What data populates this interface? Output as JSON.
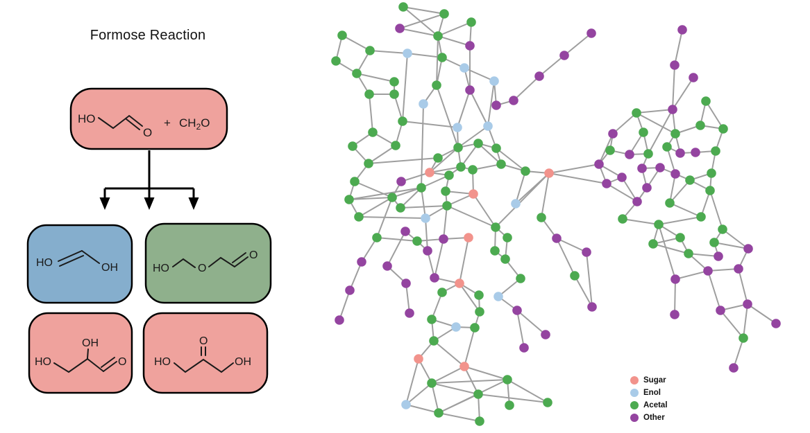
{
  "colors": {
    "sugar": "#f2938c",
    "enol": "#a9cbe8",
    "acetal": "#4caa50",
    "other": "#9444a0",
    "edge": "#9e9e9e",
    "sugar_box": "#efa29d",
    "enol_box": "#85aecd",
    "acetal_box": "#8fb08c",
    "box_border": "#000000"
  },
  "reaction_panel": {
    "title": "Formose Reaction",
    "reactant": {
      "category": "sugar",
      "labels": {
        "ho": "HO",
        "o": "O",
        "plus": "+",
        "ch": "CH",
        "sub2": "2",
        "o2": "O"
      }
    },
    "products": {
      "enediol": {
        "category": "enol",
        "labels": {
          "ho": "HO",
          "oh": "OH"
        }
      },
      "hemiacetal": {
        "category": "acetal",
        "labels": {
          "ho": "HO",
          "o_mid": "O",
          "o_end": "O"
        }
      },
      "glyceraldehyde": {
        "category": "sugar",
        "labels": {
          "oh_top": "OH",
          "ho": "HO",
          "o": "O"
        }
      },
      "dihydroxyacetone": {
        "category": "sugar",
        "labels": {
          "ho": "HO",
          "o_top": "O",
          "oh": "OH"
        }
      }
    }
  },
  "legend": {
    "items": [
      {
        "label": "Sugar",
        "key": "sugar"
      },
      {
        "label": "Enol",
        "key": "enol"
      },
      {
        "label": "Acetal",
        "key": "acetal"
      },
      {
        "label": "Other",
        "key": "other"
      }
    ]
  },
  "chart_data": {
    "type": "scatter",
    "subtype": "network-graph",
    "node_radius": 6.8,
    "node_categories": {
      "s": "Sugar",
      "e": "Enol",
      "a": "Acetal",
      "o": "Other"
    },
    "nodes": [
      [
        581,
        10,
        "a"
      ],
      [
        640,
        20,
        "a"
      ],
      [
        576,
        41,
        "o"
      ],
      [
        631,
        52,
        "a"
      ],
      [
        679,
        32,
        "a"
      ],
      [
        677,
        66,
        "o"
      ],
      [
        493,
        51,
        "a"
      ],
      [
        533,
        73,
        "a"
      ],
      [
        484,
        88,
        "a"
      ],
      [
        514,
        106,
        "a"
      ],
      [
        587,
        77,
        "e"
      ],
      [
        637,
        83,
        "a"
      ],
      [
        669,
        98,
        "e"
      ],
      [
        568,
        118,
        "a"
      ],
      [
        532,
        136,
        "a"
      ],
      [
        568,
        136,
        "a"
      ],
      [
        629,
        123,
        "a"
      ],
      [
        610,
        150,
        "e"
      ],
      [
        677,
        130,
        "o"
      ],
      [
        852,
        48,
        "o"
      ],
      [
        813,
        80,
        "o"
      ],
      [
        777,
        110,
        "o"
      ],
      [
        740,
        145,
        "o"
      ],
      [
        715,
        152,
        "o"
      ],
      [
        712,
        117,
        "e"
      ],
      [
        983,
        43,
        "o"
      ],
      [
        972,
        94,
        "o"
      ],
      [
        999,
        112,
        "o"
      ],
      [
        969,
        158,
        "o"
      ],
      [
        1017,
        146,
        "a"
      ],
      [
        580,
        175,
        "a"
      ],
      [
        537,
        191,
        "a"
      ],
      [
        508,
        211,
        "a"
      ],
      [
        570,
        210,
        "a"
      ],
      [
        531,
        236,
        "a"
      ],
      [
        511,
        262,
        "a"
      ],
      [
        503,
        288,
        "a"
      ],
      [
        517,
        313,
        "a"
      ],
      [
        565,
        285,
        "a"
      ],
      [
        577,
        300,
        "a"
      ],
      [
        578,
        262,
        "o"
      ],
      [
        619,
        249,
        "s"
      ],
      [
        607,
        271,
        "a"
      ],
      [
        659,
        184,
        "e"
      ],
      [
        660,
        213,
        "a"
      ],
      [
        689,
        207,
        "a"
      ],
      [
        715,
        214,
        "a"
      ],
      [
        631,
        228,
        "a"
      ],
      [
        664,
        241,
        "a"
      ],
      [
        681,
        245,
        "a"
      ],
      [
        722,
        237,
        "a"
      ],
      [
        757,
        247,
        "a"
      ],
      [
        647,
        253,
        "a"
      ],
      [
        642,
        276,
        "a"
      ],
      [
        682,
        280,
        "s"
      ],
      [
        644,
        297,
        "a"
      ],
      [
        743,
        294,
        "e"
      ],
      [
        613,
        315,
        "e"
      ],
      [
        714,
        328,
        "a"
      ],
      [
        703,
        182,
        "e"
      ],
      [
        791,
        250,
        "s"
      ],
      [
        780,
        314,
        "a"
      ],
      [
        917,
        163,
        "a"
      ],
      [
        883,
        193,
        "o"
      ],
      [
        879,
        217,
        "a"
      ],
      [
        907,
        223,
        "o"
      ],
      [
        863,
        237,
        "o"
      ],
      [
        927,
        191,
        "a"
      ],
      [
        934,
        222,
        "a"
      ],
      [
        925,
        243,
        "o"
      ],
      [
        896,
        256,
        "o"
      ],
      [
        874,
        265,
        "o"
      ],
      [
        932,
        271,
        "o"
      ],
      [
        918,
        291,
        "o"
      ],
      [
        897,
        316,
        "a"
      ],
      [
        1009,
        181,
        "a"
      ],
      [
        1042,
        186,
        "a"
      ],
      [
        973,
        193,
        "a"
      ],
      [
        961,
        212,
        "a"
      ],
      [
        980,
        221,
        "o"
      ],
      [
        1002,
        220,
        "o"
      ],
      [
        1031,
        218,
        "a"
      ],
      [
        951,
        242,
        "o"
      ],
      [
        973,
        251,
        "o"
      ],
      [
        1025,
        250,
        "a"
      ],
      [
        994,
        260,
        "a"
      ],
      [
        1023,
        275,
        "a"
      ],
      [
        965,
        293,
        "a"
      ],
      [
        1010,
        313,
        "a"
      ],
      [
        949,
        324,
        "a"
      ],
      [
        731,
        343,
        "a"
      ],
      [
        713,
        362,
        "a"
      ],
      [
        728,
        374,
        "a"
      ],
      [
        802,
        344,
        "o"
      ],
      [
        845,
        364,
        "o"
      ],
      [
        750,
        402,
        "a"
      ],
      [
        828,
        398,
        "a"
      ],
      [
        718,
        428,
        "e"
      ],
      [
        745,
        448,
        "o"
      ],
      [
        853,
        443,
        "o"
      ],
      [
        1041,
        331,
        "a"
      ],
      [
        980,
        343,
        "a"
      ],
      [
        941,
        352,
        "a"
      ],
      [
        1029,
        350,
        "a"
      ],
      [
        992,
        366,
        "a"
      ],
      [
        1078,
        359,
        "o"
      ],
      [
        1035,
        370,
        "o"
      ],
      [
        1020,
        391,
        "o"
      ],
      [
        1064,
        388,
        "o"
      ],
      [
        973,
        403,
        "o"
      ],
      [
        1077,
        439,
        "o"
      ],
      [
        1038,
        448,
        "o"
      ],
      [
        972,
        454,
        "o"
      ],
      [
        1118,
        467,
        "o"
      ],
      [
        543,
        343,
        "a"
      ],
      [
        584,
        334,
        "o"
      ],
      [
        601,
        348,
        "a"
      ],
      [
        639,
        345,
        "o"
      ],
      [
        675,
        343,
        "s"
      ],
      [
        616,
        362,
        "o"
      ],
      [
        521,
        378,
        "o"
      ],
      [
        558,
        384,
        "o"
      ],
      [
        585,
        409,
        "o"
      ],
      [
        626,
        401,
        "o"
      ],
      [
        504,
        419,
        "o"
      ],
      [
        662,
        409,
        "s"
      ],
      [
        637,
        422,
        "a"
      ],
      [
        489,
        462,
        "o"
      ],
      [
        590,
        452,
        "o"
      ],
      [
        622,
        461,
        "a"
      ],
      [
        690,
        426,
        "a"
      ],
      [
        691,
        450,
        "a"
      ],
      [
        657,
        472,
        "e"
      ],
      [
        684,
        473,
        "a"
      ],
      [
        625,
        492,
        "a"
      ],
      [
        603,
        518,
        "s"
      ],
      [
        669,
        529,
        "s"
      ],
      [
        622,
        553,
        "a"
      ],
      [
        689,
        569,
        "a"
      ],
      [
        585,
        584,
        "e"
      ],
      [
        632,
        596,
        "a"
      ],
      [
        691,
        608,
        "a"
      ],
      [
        786,
        483,
        "o"
      ],
      [
        755,
        502,
        "o"
      ],
      [
        731,
        548,
        "a"
      ],
      [
        734,
        585,
        "a"
      ],
      [
        789,
        581,
        "a"
      ],
      [
        1071,
        488,
        "a"
      ],
      [
        1057,
        531,
        "o"
      ]
    ],
    "edges": [
      [
        0,
        1
      ],
      [
        0,
        3
      ],
      [
        1,
        2
      ],
      [
        1,
        3
      ],
      [
        2,
        3
      ],
      [
        3,
        4
      ],
      [
        3,
        5
      ],
      [
        4,
        5
      ],
      [
        3,
        11
      ],
      [
        3,
        16
      ],
      [
        10,
        11
      ],
      [
        11,
        12
      ],
      [
        12,
        24
      ],
      [
        12,
        18
      ],
      [
        5,
        18
      ],
      [
        16,
        17
      ],
      [
        11,
        16
      ],
      [
        6,
        7
      ],
      [
        6,
        8
      ],
      [
        7,
        9
      ],
      [
        8,
        9
      ],
      [
        7,
        10
      ],
      [
        9,
        14
      ],
      [
        9,
        13
      ],
      [
        14,
        15
      ],
      [
        13,
        15
      ],
      [
        14,
        31
      ],
      [
        15,
        30
      ],
      [
        10,
        30
      ],
      [
        17,
        42
      ],
      [
        16,
        44
      ],
      [
        18,
        43
      ],
      [
        18,
        59
      ],
      [
        24,
        23
      ],
      [
        24,
        59
      ],
      [
        22,
        23
      ],
      [
        21,
        22
      ],
      [
        20,
        21
      ],
      [
        19,
        20
      ],
      [
        25,
        26
      ],
      [
        26,
        28
      ],
      [
        27,
        28
      ],
      [
        28,
        77
      ],
      [
        28,
        68
      ],
      [
        28,
        62
      ],
      [
        29,
        75
      ],
      [
        29,
        76
      ],
      [
        43,
        44
      ],
      [
        43,
        30
      ],
      [
        59,
        46
      ],
      [
        59,
        44
      ],
      [
        30,
        33
      ],
      [
        31,
        32
      ],
      [
        31,
        33
      ],
      [
        32,
        34
      ],
      [
        33,
        34
      ],
      [
        34,
        35
      ],
      [
        35,
        36
      ],
      [
        35,
        38
      ],
      [
        36,
        37
      ],
      [
        36,
        38
      ],
      [
        37,
        38
      ],
      [
        38,
        39
      ],
      [
        38,
        42
      ],
      [
        39,
        42
      ],
      [
        40,
        41
      ],
      [
        38,
        40
      ],
      [
        36,
        42
      ],
      [
        34,
        47
      ],
      [
        37,
        57
      ],
      [
        39,
        55
      ],
      [
        38,
        114
      ],
      [
        41,
        44
      ],
      [
        41,
        47
      ],
      [
        41,
        48
      ],
      [
        41,
        52
      ],
      [
        44,
        45
      ],
      [
        44,
        47
      ],
      [
        44,
        48
      ],
      [
        45,
        46
      ],
      [
        45,
        48
      ],
      [
        45,
        50
      ],
      [
        46,
        50
      ],
      [
        46,
        51
      ],
      [
        48,
        49
      ],
      [
        48,
        52
      ],
      [
        49,
        50
      ],
      [
        49,
        54
      ],
      [
        50,
        51
      ],
      [
        51,
        60
      ],
      [
        51,
        56
      ],
      [
        52,
        53
      ],
      [
        53,
        54
      ],
      [
        53,
        55
      ],
      [
        54,
        55
      ],
      [
        54,
        58
      ],
      [
        55,
        57
      ],
      [
        55,
        58
      ],
      [
        42,
        52
      ],
      [
        42,
        57
      ],
      [
        55,
        117
      ],
      [
        57,
        119
      ],
      [
        60,
        56
      ],
      [
        60,
        61
      ],
      [
        60,
        58
      ],
      [
        60,
        71
      ],
      [
        60,
        66
      ],
      [
        58,
        90
      ],
      [
        58,
        91
      ],
      [
        90,
        92
      ],
      [
        91,
        92
      ],
      [
        92,
        95
      ],
      [
        95,
        97
      ],
      [
        97,
        98
      ],
      [
        93,
        61
      ],
      [
        93,
        94
      ],
      [
        93,
        96
      ],
      [
        96,
        99
      ],
      [
        94,
        99
      ],
      [
        98,
        142
      ],
      [
        98,
        143
      ],
      [
        62,
        63
      ],
      [
        62,
        67
      ],
      [
        62,
        77
      ],
      [
        63,
        64
      ],
      [
        63,
        66
      ],
      [
        64,
        65
      ],
      [
        64,
        66
      ],
      [
        65,
        67
      ],
      [
        65,
        68
      ],
      [
        66,
        70
      ],
      [
        66,
        71
      ],
      [
        67,
        68
      ],
      [
        68,
        69
      ],
      [
        69,
        72
      ],
      [
        69,
        82
      ],
      [
        70,
        71
      ],
      [
        70,
        73
      ],
      [
        71,
        73
      ],
      [
        72,
        73
      ],
      [
        72,
        82
      ],
      [
        73,
        74
      ],
      [
        74,
        89
      ],
      [
        75,
        76
      ],
      [
        75,
        77
      ],
      [
        76,
        81
      ],
      [
        77,
        78
      ],
      [
        77,
        79
      ],
      [
        78,
        79
      ],
      [
        78,
        83
      ],
      [
        79,
        80
      ],
      [
        80,
        81
      ],
      [
        81,
        84
      ],
      [
        82,
        83
      ],
      [
        83,
        85
      ],
      [
        83,
        87
      ],
      [
        84,
        85
      ],
      [
        84,
        86
      ],
      [
        85,
        86
      ],
      [
        85,
        87
      ],
      [
        86,
        88
      ],
      [
        86,
        100
      ],
      [
        87,
        88
      ],
      [
        88,
        89
      ],
      [
        89,
        101
      ],
      [
        89,
        102
      ],
      [
        89,
        109
      ],
      [
        100,
        103
      ],
      [
        100,
        105
      ],
      [
        101,
        102
      ],
      [
        101,
        104
      ],
      [
        102,
        104
      ],
      [
        103,
        105
      ],
      [
        103,
        106
      ],
      [
        104,
        106
      ],
      [
        104,
        107
      ],
      [
        105,
        108
      ],
      [
        107,
        108
      ],
      [
        107,
        109
      ],
      [
        107,
        111
      ],
      [
        108,
        110
      ],
      [
        109,
        112
      ],
      [
        110,
        111
      ],
      [
        110,
        113
      ],
      [
        110,
        147
      ],
      [
        111,
        147
      ],
      [
        147,
        148
      ],
      [
        114,
        116
      ],
      [
        114,
        120
      ],
      [
        115,
        116
      ],
      [
        115,
        121
      ],
      [
        116,
        117
      ],
      [
        116,
        119
      ],
      [
        117,
        118
      ],
      [
        117,
        123
      ],
      [
        118,
        125
      ],
      [
        119,
        123
      ],
      [
        120,
        124
      ],
      [
        121,
        122
      ],
      [
        122,
        128
      ],
      [
        123,
        125
      ],
      [
        124,
        127
      ],
      [
        125,
        126
      ],
      [
        125,
        130
      ],
      [
        125,
        131
      ],
      [
        126,
        129
      ],
      [
        129,
        132
      ],
      [
        129,
        134
      ],
      [
        130,
        131
      ],
      [
        131,
        133
      ],
      [
        132,
        133
      ],
      [
        132,
        134
      ],
      [
        133,
        136
      ],
      [
        134,
        135
      ],
      [
        134,
        136
      ],
      [
        135,
        137
      ],
      [
        135,
        139
      ],
      [
        136,
        137
      ],
      [
        136,
        138
      ],
      [
        136,
        144
      ],
      [
        137,
        138
      ],
      [
        137,
        139
      ],
      [
        137,
        140
      ],
      [
        137,
        144
      ],
      [
        138,
        140
      ],
      [
        138,
        141
      ],
      [
        138,
        146
      ],
      [
        139,
        140
      ],
      [
        140,
        141
      ],
      [
        140,
        144
      ],
      [
        144,
        145
      ],
      [
        144,
        146
      ]
    ]
  }
}
